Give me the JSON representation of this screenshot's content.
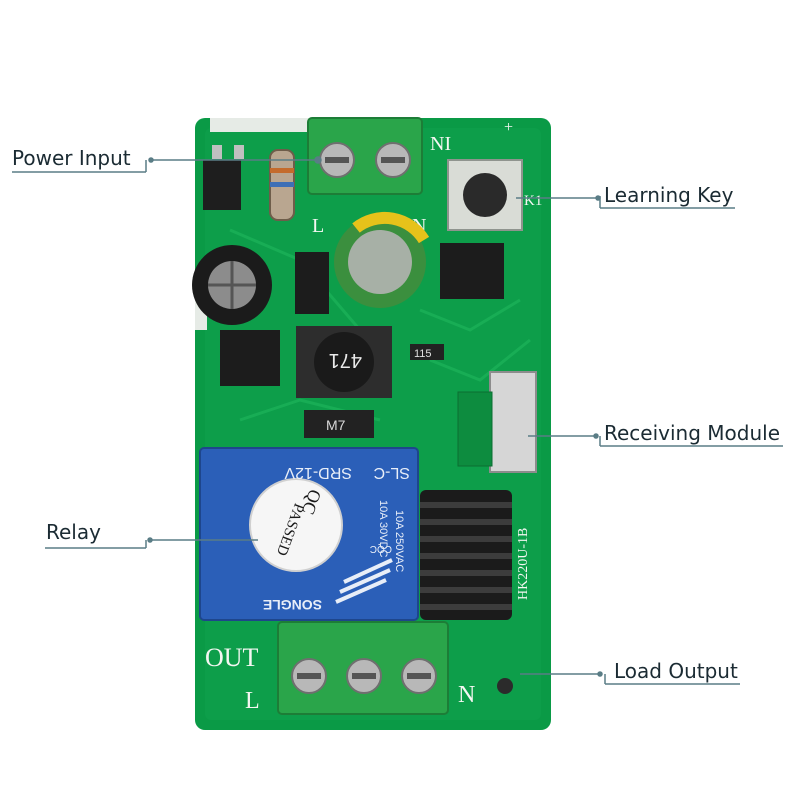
{
  "callouts": {
    "power_input": "Power Input",
    "learning_key": "Learning Key",
    "receiving_module": "Receiving Module",
    "relay": "Relay",
    "load_output": "Load Output"
  },
  "board": {
    "input_terminal_left": "L",
    "input_terminal_right": "N",
    "ni_mark": "NI",
    "k1_mark": "K1",
    "plus_mark": "+",
    "inductor_code": "471",
    "diode_code": "M7",
    "resistor_code": "115",
    "module_code": "HK220U-1B",
    "out_label": "OUT",
    "output_terminal_left": "L",
    "output_terminal_right": "N"
  },
  "relay": {
    "model_top": "SRD-12V",
    "model_suffix": "SL-C",
    "rating_1": "10A 250VAC",
    "rating_2": "10A 30VDC",
    "seal_line_1": "QC",
    "seal_line_2": "PASSED",
    "brand": "SONGLE",
    "cert": "CQC"
  },
  "colors": {
    "board": "#0a9a46",
    "relay": "#2b5fb8",
    "terminal": "#2aa54a",
    "leader": "#5a7d86"
  }
}
